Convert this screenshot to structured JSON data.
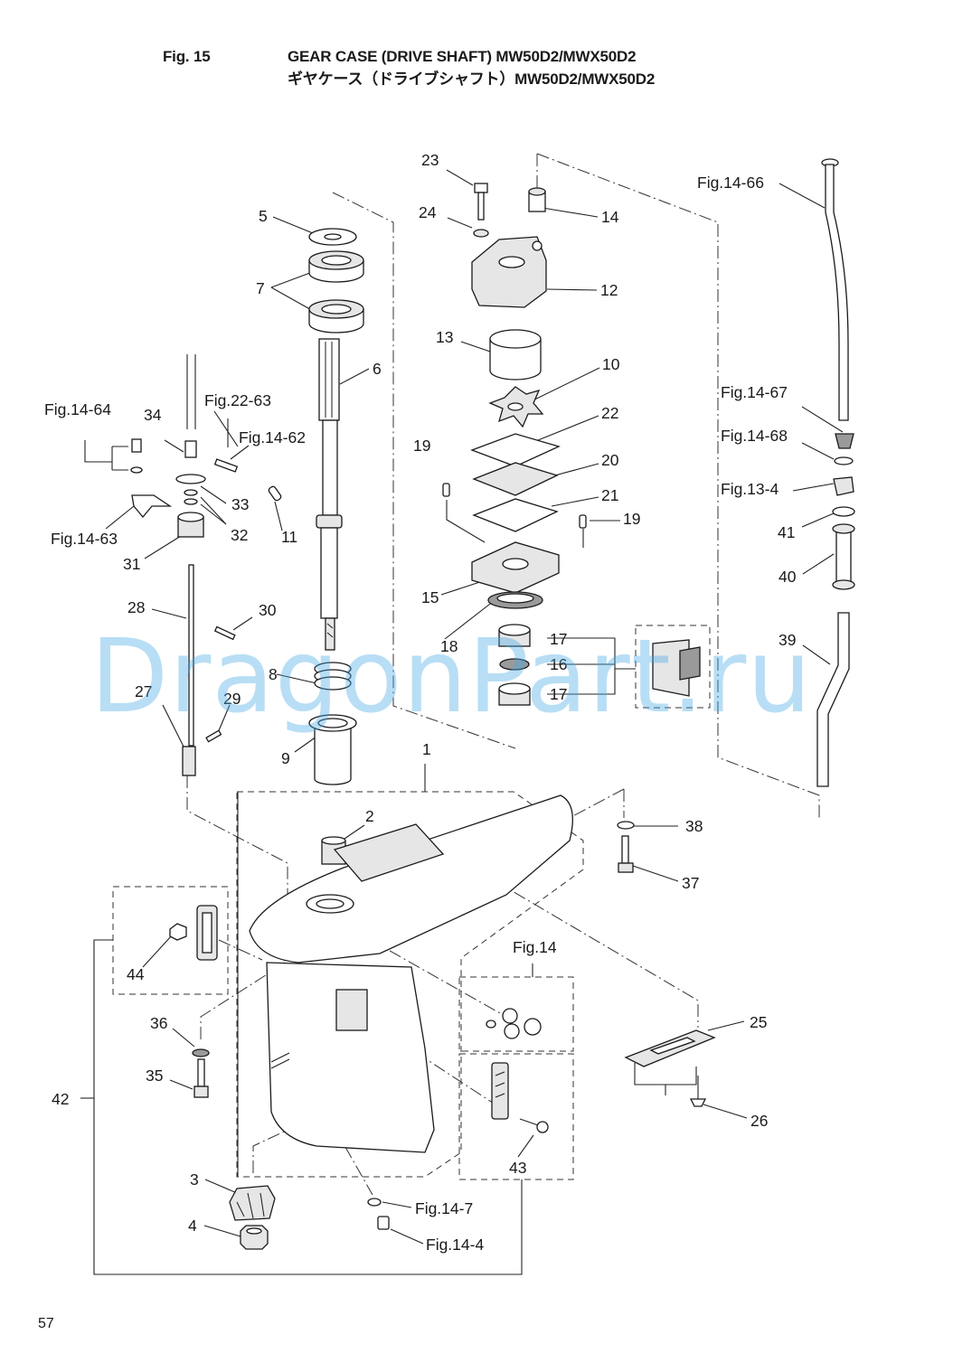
{
  "header": {
    "figure_number": "Fig. 15",
    "title_en": "GEAR CASE (DRIVE SHAFT) MW50D2/MWX50D2",
    "title_ja": "ギヤケース（ドライブシャフト）MW50D2/MWX50D2"
  },
  "watermark": "DragonPart.ru",
  "page_number": "57",
  "callouts": [
    "1",
    "2",
    "3",
    "4",
    "5",
    "6",
    "7",
    "8",
    "9",
    "10",
    "11",
    "12",
    "13",
    "14",
    "15",
    "16",
    "17",
    "17",
    "18",
    "19",
    "19",
    "20",
    "21",
    "22",
    "23",
    "24",
    "25",
    "26",
    "27",
    "28",
    "29",
    "30",
    "31",
    "32",
    "33",
    "34",
    "35",
    "36",
    "37",
    "38",
    "39",
    "40",
    "41",
    "42",
    "43",
    "44",
    "Fig.14-64",
    "Fig.22-63",
    "Fig.14-62",
    "Fig.14-63",
    "Fig.14-66",
    "Fig.14-67",
    "Fig.14-68",
    "Fig.13-4",
    "Fig.14",
    "Fig.14-7",
    "Fig.14-4"
  ]
}
